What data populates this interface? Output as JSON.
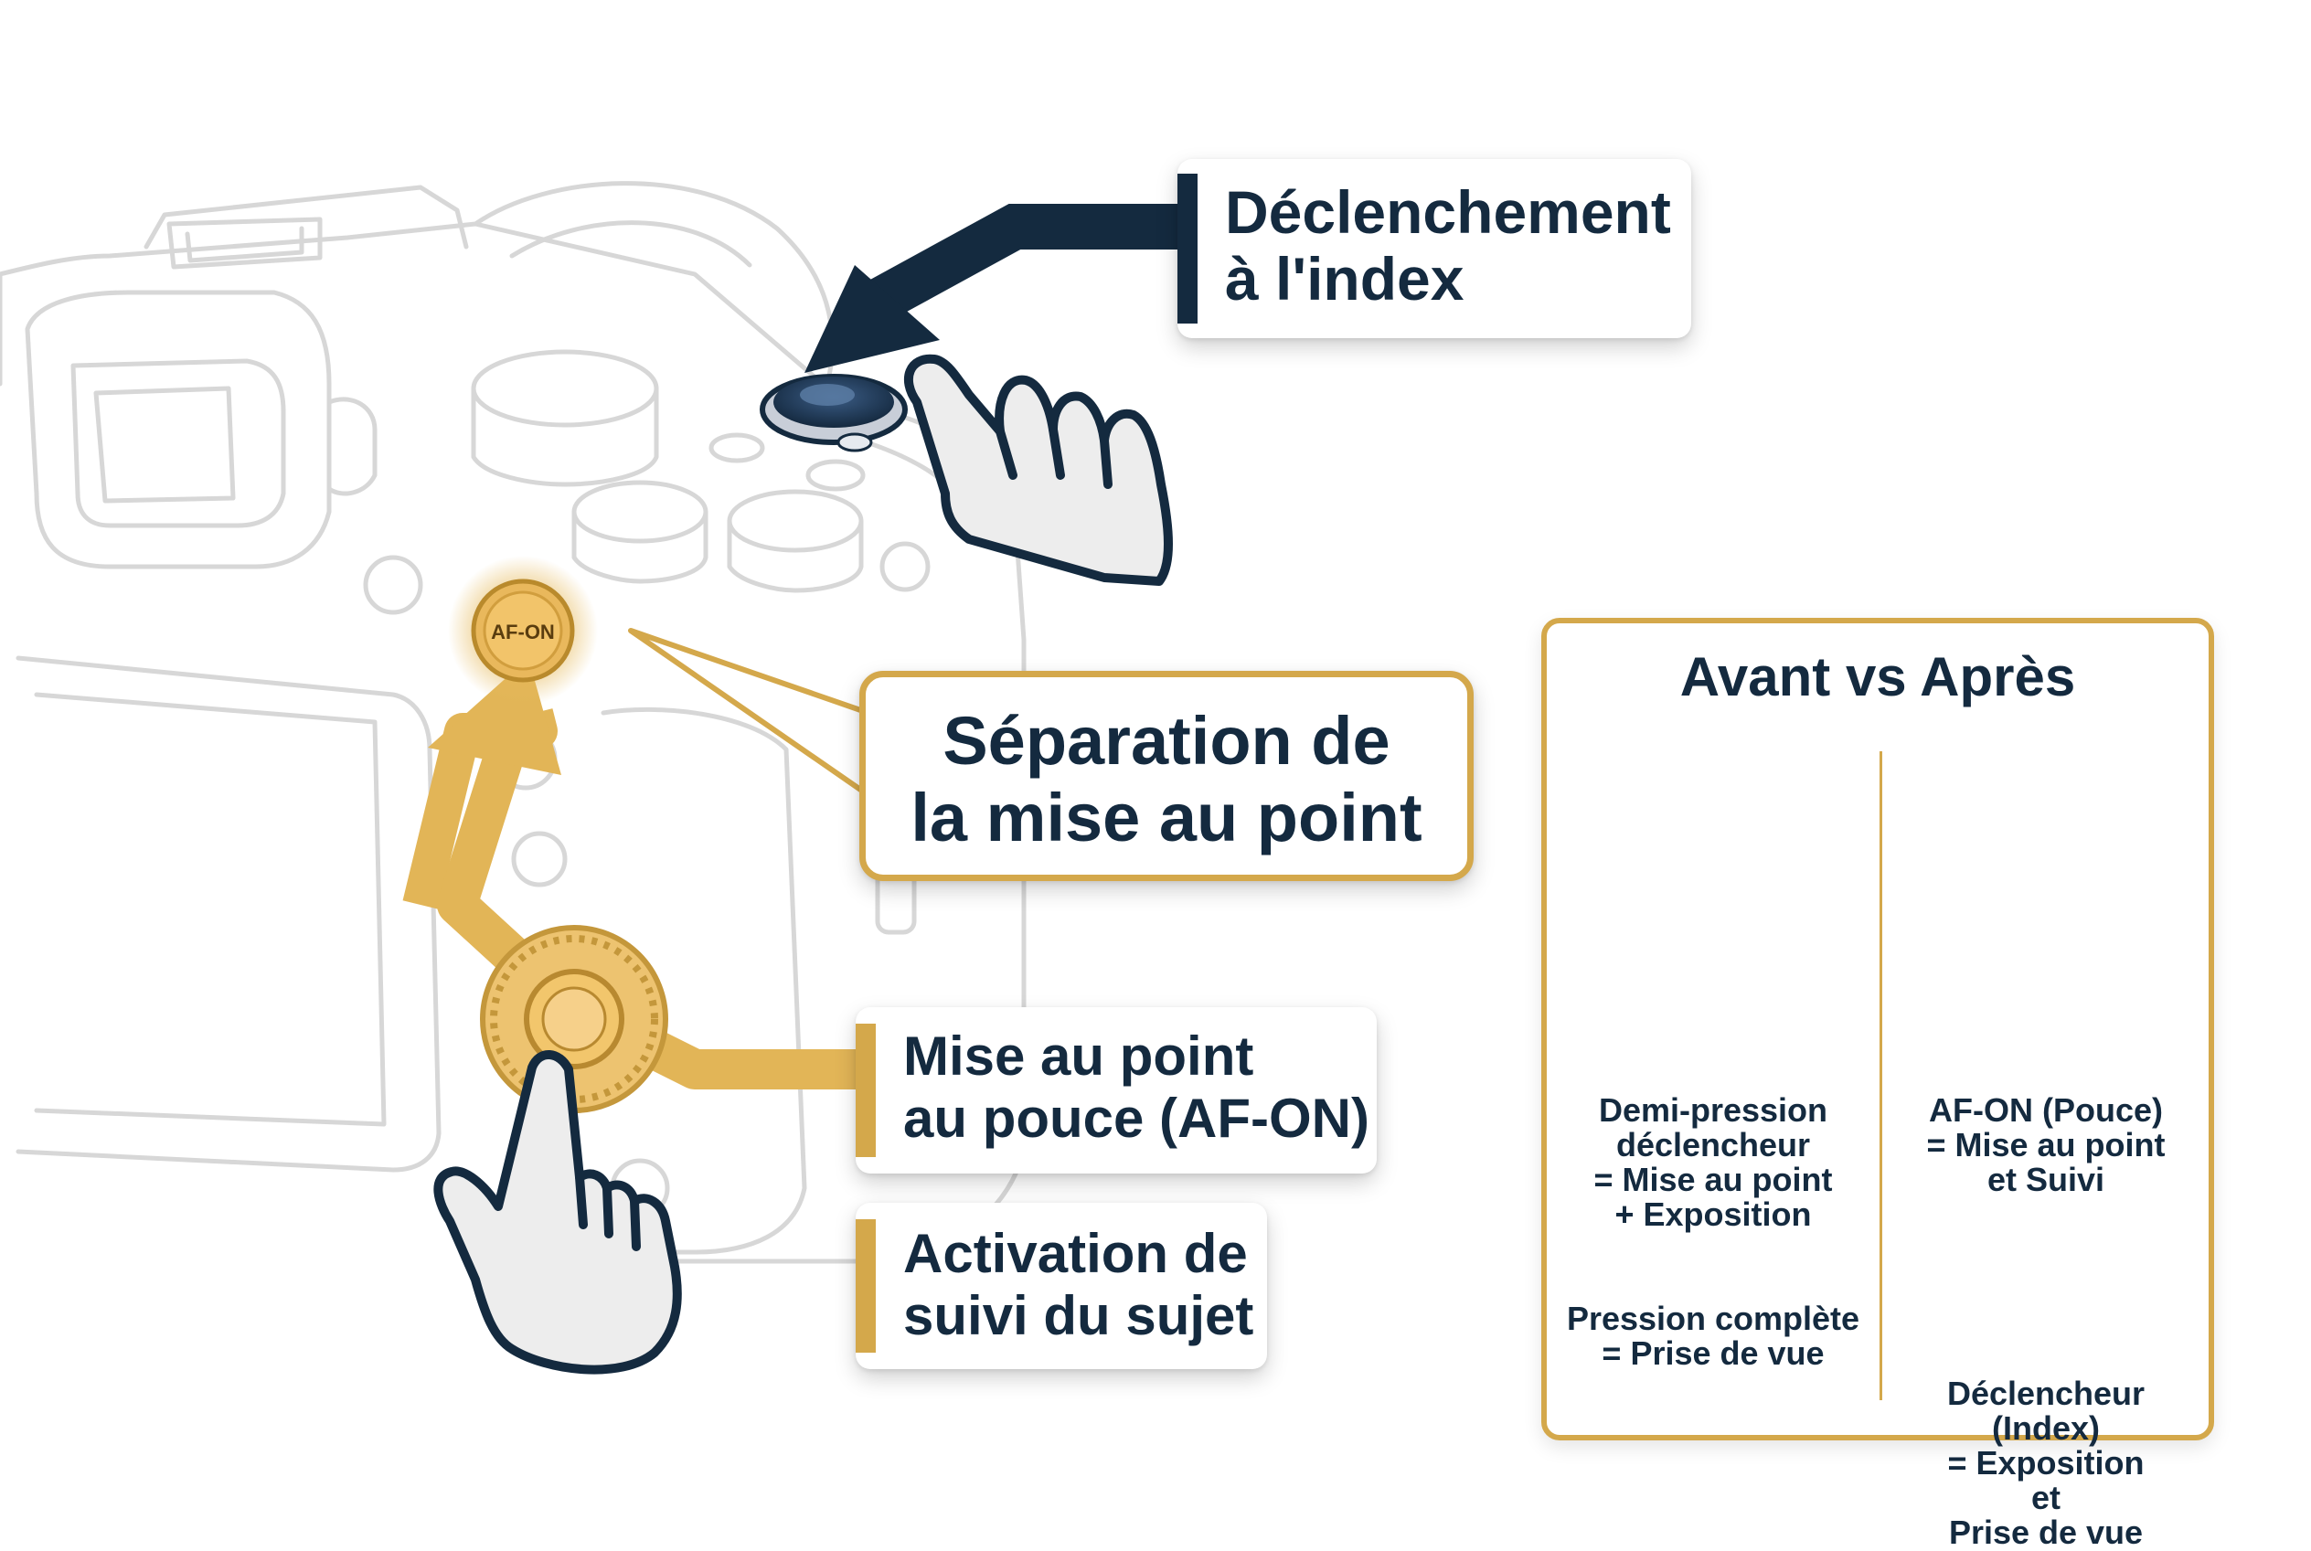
{
  "callouts": {
    "index": {
      "line1": "Déclenchement",
      "line2": "à l'index"
    },
    "separation": {
      "line1": "Séparation de",
      "line2": "la mise au point"
    },
    "thumb": {
      "line1": "Mise au point",
      "line2": "au pouce (AF-ON)"
    },
    "tracking": {
      "line1": "Activation de",
      "line2": "suivi du sujet"
    }
  },
  "button_label": "AF-ON",
  "comparison": {
    "title": "Avant vs Après",
    "before": {
      "lines1": [
        "Demi-pression",
        "déclencheur",
        "= Mise au point",
        "+ Exposition"
      ],
      "lines2": [
        "Pression complète",
        "= Prise de vue"
      ],
      "status_icon": "x-icon"
    },
    "after": {
      "lines1": [
        "AF-ON (Pouce)",
        "= Mise au point",
        "et Suivi"
      ],
      "lines2": [
        "Déclencheur",
        "(Index)",
        "= Exposition",
        "et",
        "Prise de vue"
      ],
      "status_icon": "check-icon"
    }
  },
  "colors": {
    "navy": "#142a3f",
    "gold": "#d4a84b",
    "red": "#d9252a",
    "green": "#2ea84a",
    "outline": "#d7d7d7"
  }
}
